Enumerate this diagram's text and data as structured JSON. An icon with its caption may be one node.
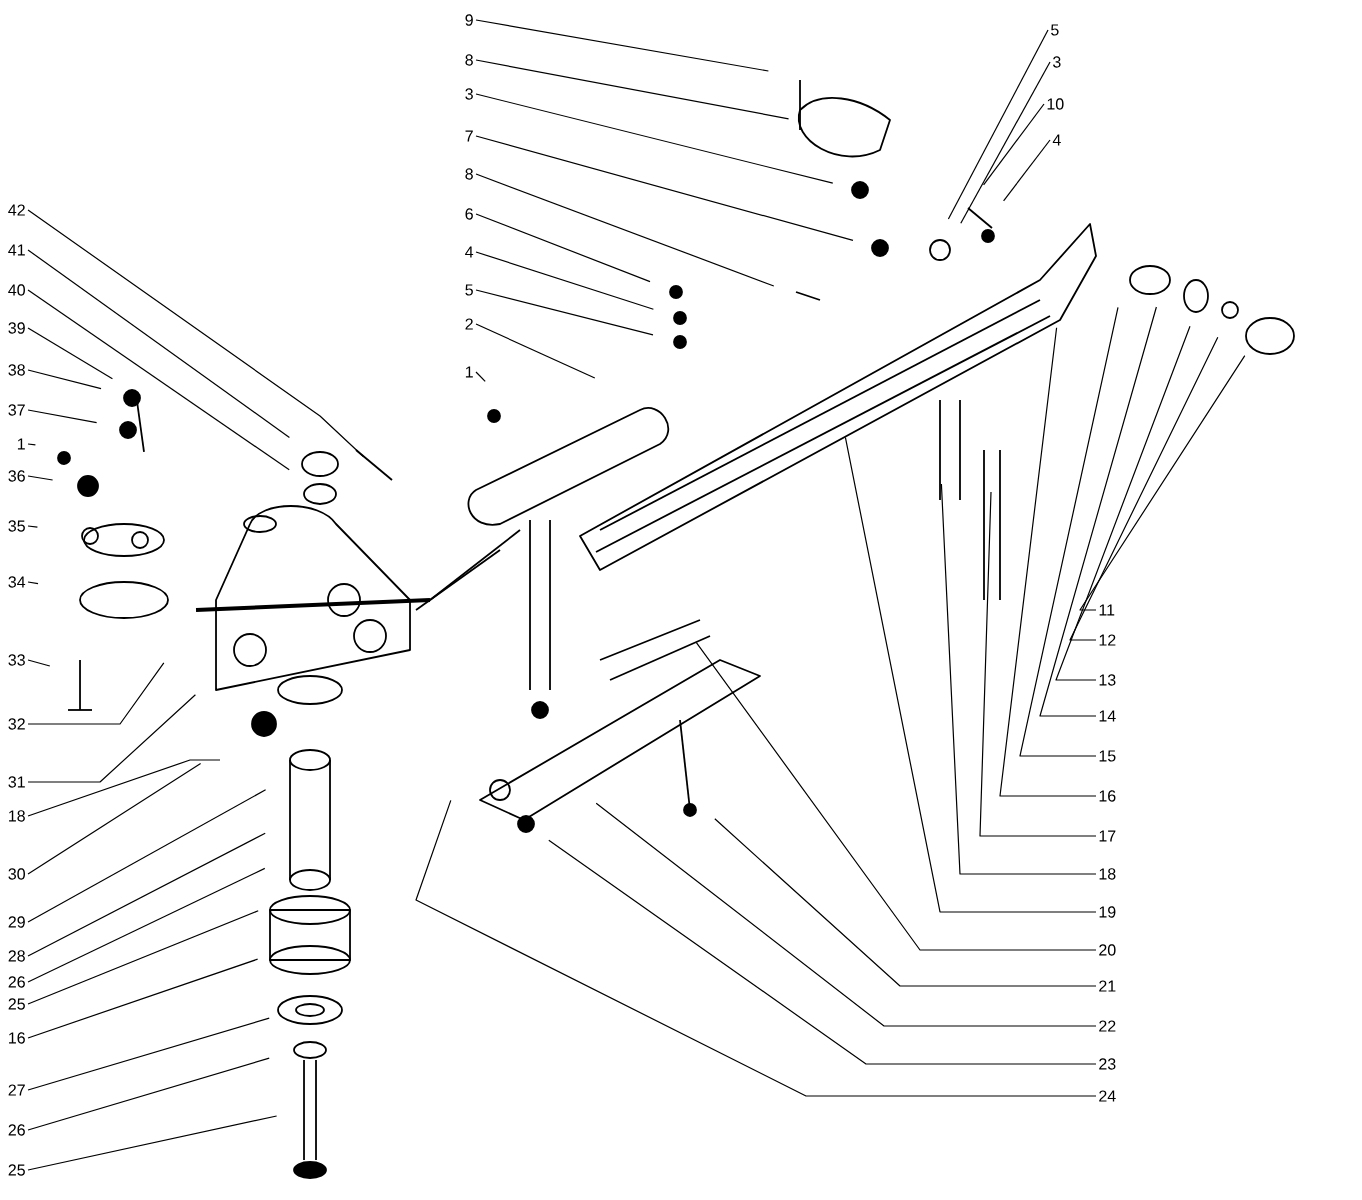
{
  "diagram": {
    "nodes": [
      {
        "text": [
          "9"
        ]
      },
      {
        "text": [
          "8"
        ]
      },
      {
        "text": [
          "3"
        ]
      },
      {
        "text": [
          "7"
        ]
      },
      {
        "text": [
          "8"
        ]
      },
      {
        "text": [
          "6"
        ]
      },
      {
        "text": [
          "4"
        ]
      },
      {
        "text": [
          "5"
        ]
      },
      {
        "text": [
          "2"
        ]
      },
      {
        "text": [
          "1"
        ]
      },
      {
        "text": [
          "5"
        ]
      },
      {
        "text": [
          "3"
        ]
      },
      {
        "text": [
          "10"
        ]
      },
      {
        "text": [
          "4"
        ]
      },
      {
        "text": [
          "42"
        ]
      },
      {
        "text": [
          "41"
        ]
      },
      {
        "text": [
          "40"
        ]
      },
      {
        "text": [
          "39"
        ]
      },
      {
        "text": [
          "38"
        ]
      },
      {
        "text": [
          "37"
        ]
      },
      {
        "text": [
          "1"
        ]
      },
      {
        "text": [
          "36"
        ]
      },
      {
        "text": [
          "35"
        ]
      },
      {
        "text": [
          "34"
        ]
      },
      {
        "text": [
          "33"
        ]
      },
      {
        "text": [
          "32"
        ]
      },
      {
        "text": [
          "31"
        ]
      },
      {
        "text": [
          "18"
        ]
      },
      {
        "text": [
          "30"
        ]
      },
      {
        "text": [
          "29"
        ]
      },
      {
        "text": [
          "28"
        ]
      },
      {
        "text": [
          "26"
        ]
      },
      {
        "text": [
          "25"
        ]
      },
      {
        "text": [
          "16"
        ]
      },
      {
        "text": [
          "27"
        ]
      },
      {
        "text": [
          "26"
        ]
      },
      {
        "text": [
          "25"
        ]
      },
      {
        "text": [
          "11"
        ]
      },
      {
        "text": [
          "12"
        ]
      },
      {
        "text": [
          "13"
        ]
      },
      {
        "text": [
          "14"
        ]
      },
      {
        "text": [
          "15"
        ]
      },
      {
        "text": [
          "16"
        ]
      },
      {
        "text": [
          "17"
        ]
      },
      {
        "text": [
          "18"
        ]
      },
      {
        "text": [
          "19"
        ]
      },
      {
        "text": [
          "20"
        ]
      },
      {
        "text": [
          "21"
        ]
      },
      {
        "text": [
          "22"
        ]
      },
      {
        "text": [
          "23"
        ]
      },
      {
        "text": [
          "24"
        ]
      }
    ],
    "edges": [
      {
        "from": 0,
        "to": null,
        "arrow": "none"
      },
      {
        "from": 1,
        "to": null,
        "arrow": "none"
      },
      {
        "from": 2,
        "to": null,
        "arrow": "none"
      },
      {
        "from": 3,
        "to": null,
        "arrow": "none"
      },
      {
        "from": 4,
        "to": null,
        "arrow": "none"
      },
      {
        "from": 5,
        "to": null,
        "arrow": "none"
      },
      {
        "from": 6,
        "to": null,
        "arrow": "none"
      },
      {
        "from": 7,
        "to": null,
        "arrow": "none"
      },
      {
        "from": 8,
        "to": null,
        "arrow": "none"
      },
      {
        "from": 9,
        "to": null,
        "arrow": "none"
      },
      {
        "from": 10,
        "to": null,
        "arrow": "none"
      },
      {
        "from": 11,
        "to": null,
        "arrow": "none"
      },
      {
        "from": 12,
        "to": null,
        "arrow": "none"
      },
      {
        "from": 13,
        "to": null,
        "arrow": "none"
      },
      {
        "from": 14,
        "to": null,
        "arrow": "none"
      },
      {
        "from": 15,
        "to": null,
        "arrow": "none"
      },
      {
        "from": 16,
        "to": null,
        "arrow": "none"
      },
      {
        "from": 17,
        "to": null,
        "arrow": "none"
      },
      {
        "from": 18,
        "to": null,
        "arrow": "none"
      },
      {
        "from": 19,
        "to": null,
        "arrow": "none"
      },
      {
        "from": 20,
        "to": null,
        "arrow": "none"
      },
      {
        "from": 21,
        "to": null,
        "arrow": "none"
      },
      {
        "from": 22,
        "to": null,
        "arrow": "none"
      },
      {
        "from": 23,
        "to": null,
        "arrow": "none"
      },
      {
        "from": 24,
        "to": null,
        "arrow": "none"
      },
      {
        "from": 25,
        "to": null,
        "arrow": "none"
      },
      {
        "from": 26,
        "to": null,
        "arrow": "none"
      },
      {
        "from": 27,
        "to": null,
        "arrow": "none"
      },
      {
        "from": 28,
        "to": null,
        "arrow": "none"
      },
      {
        "from": 29,
        "to": null,
        "arrow": "none"
      },
      {
        "from": 30,
        "to": null,
        "arrow": "none"
      },
      {
        "from": 31,
        "to": null,
        "arrow": "none"
      },
      {
        "from": 32,
        "to": null,
        "arrow": "none"
      },
      {
        "from": 33,
        "to": null,
        "arrow": "none"
      },
      {
        "from": 34,
        "to": null,
        "arrow": "none"
      },
      {
        "from": 35,
        "to": null,
        "arrow": "none"
      },
      {
        "from": 36,
        "to": null,
        "arrow": "none"
      },
      {
        "from": 37,
        "to": null,
        "arrow": "none"
      },
      {
        "from": 38,
        "to": null,
        "arrow": "none"
      },
      {
        "from": 39,
        "to": null,
        "arrow": "none"
      },
      {
        "from": 40,
        "to": null,
        "arrow": "none"
      },
      {
        "from": 41,
        "to": null,
        "arrow": "none"
      },
      {
        "from": 42,
        "to": null,
        "arrow": "none"
      },
      {
        "from": 43,
        "to": null,
        "arrow": "none"
      },
      {
        "from": 44,
        "to": null,
        "arrow": "none"
      },
      {
        "from": 45,
        "to": null,
        "arrow": "none"
      },
      {
        "from": 46,
        "to": null,
        "arrow": "none"
      },
      {
        "from": 47,
        "to": null,
        "arrow": "none"
      },
      {
        "from": 48,
        "to": null,
        "arrow": "none"
      },
      {
        "from": 49,
        "to": null,
        "arrow": "none"
      },
      {
        "from": 50,
        "to": null,
        "arrow": "none"
      }
    ]
  }
}
